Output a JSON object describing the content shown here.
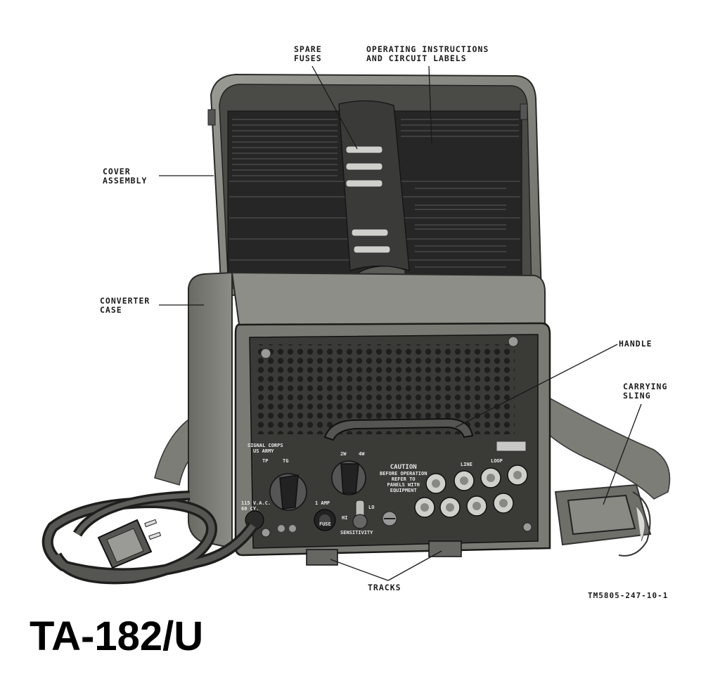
{
  "callouts": {
    "spare_fuses": [
      "SPARE",
      "FUSES"
    ],
    "operating_instructions": [
      "OPERATING INSTRUCTIONS",
      "AND CIRCUIT LABELS"
    ],
    "cover_assembly": [
      "COVER",
      "ASSEMBLY"
    ],
    "converter_case": [
      "CONVERTER",
      "CASE"
    ],
    "handle": [
      "HANDLE"
    ],
    "carrying_sling": [
      "CARRYING",
      "SLING"
    ],
    "tracks": [
      "TRACKS"
    ]
  },
  "figure_number": "TM5805-247-10-1",
  "model_title": "TA-182/U",
  "panel_markings": {
    "signal_corps": "SIGNAL CORPS",
    "us_army": "US ARMY",
    "switch_tp": "TP",
    "switch_tg": "TG",
    "switch_2w": "2W",
    "switch_4w": "4W",
    "caution_title": "CAUTION",
    "caution_text": [
      "BEFORE OPERATION",
      "REFER TO",
      "PANELS WITH",
      "EQUIPMENT"
    ],
    "line_label": "LINE",
    "loop_label": "LOOP",
    "amp_label": "1 AMP",
    "fuse_label": "FUSE",
    "hi_label": "HI",
    "lo_label": "LO",
    "sensitivity_label": "SENSITIVITY",
    "power_label": [
      "115 V.A.C.",
      "60 CY."
    ]
  },
  "colors": {
    "ink": "#1a1a1a",
    "case_body": "#8a8a84",
    "case_shadow": "#55554f",
    "panel_dark": "#2e2e2c",
    "instruction_card": "#262626"
  }
}
